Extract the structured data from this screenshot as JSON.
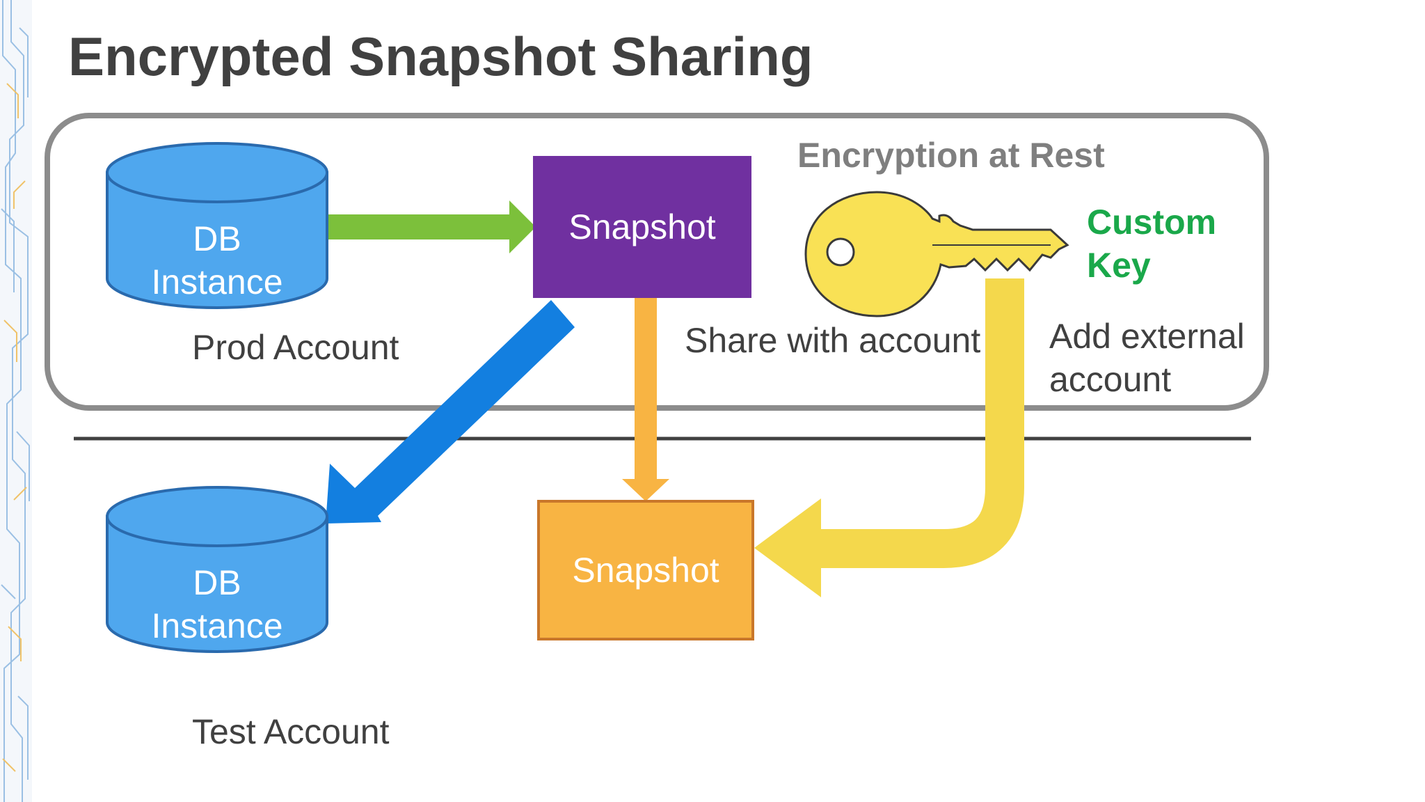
{
  "title": "Encrypted Snapshot Sharing",
  "prod_account": {
    "db_instance_label": "DB Instance",
    "snapshot_label": "Snapshot",
    "account_label": "Prod Account"
  },
  "encryption": {
    "title": "Encryption at Rest",
    "key_label": "Custom Key",
    "key_icon": "key-icon",
    "share_label": "Share with account",
    "add_external_label": "Add external account"
  },
  "test_account": {
    "db_instance_label": "DB Instance",
    "snapshot_label": "Snapshot",
    "account_label": "Test Account"
  },
  "colors": {
    "db_fill": "#4fa7ee",
    "db_stroke": "#2a6aad",
    "prod_snapshot": "#7030a0",
    "test_snapshot": "#f8b443",
    "test_snapshot_border": "#c9772a",
    "arrow_green": "#7cc03b",
    "arrow_blue": "#137fe0",
    "arrow_orange": "#f8b443",
    "arrow_yellow": "#f4d84c",
    "key_fill": "#f9e155",
    "key_accent": "#1aa84a"
  }
}
